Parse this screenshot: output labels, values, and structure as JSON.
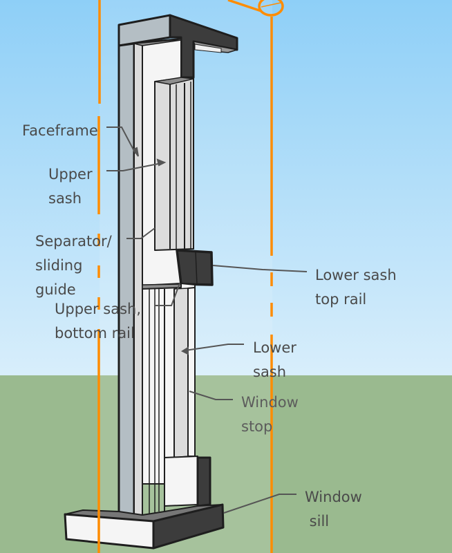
{
  "title": "Double-hung window section",
  "colors": {
    "sky_top": "#8ecff7",
    "sky_bottom": "#d8eefb",
    "ground": "#9aba8f",
    "section_plane": "#ff8c00",
    "dark_face": "#3c3c3c",
    "light_face": "#f5f5f5",
    "mid_face": "#dcdcdc",
    "gray_face": "#b4bec4",
    "label_text": "#4a4a4a",
    "leader_line": "#555555"
  },
  "labels": [
    {
      "id": "faceframe",
      "lines": [
        "Faceframe"
      ]
    },
    {
      "id": "upper-sash",
      "lines": [
        "Upper",
        "sash"
      ]
    },
    {
      "id": "separator",
      "lines": [
        "Separator/",
        "sliding",
        "guide"
      ]
    },
    {
      "id": "upper-sash-bottom-rail",
      "lines": [
        "Upper sash,",
        "bottom rail"
      ]
    },
    {
      "id": "lower-sash-top-rail",
      "lines": [
        "Lower sash",
        "top rail"
      ]
    },
    {
      "id": "lower-sash",
      "lines": [
        "Lower",
        "sash"
      ]
    },
    {
      "id": "window-stop",
      "lines": [
        "Window",
        "stop"
      ]
    },
    {
      "id": "window-sill",
      "lines": [
        "Window",
        " sill"
      ]
    }
  ]
}
